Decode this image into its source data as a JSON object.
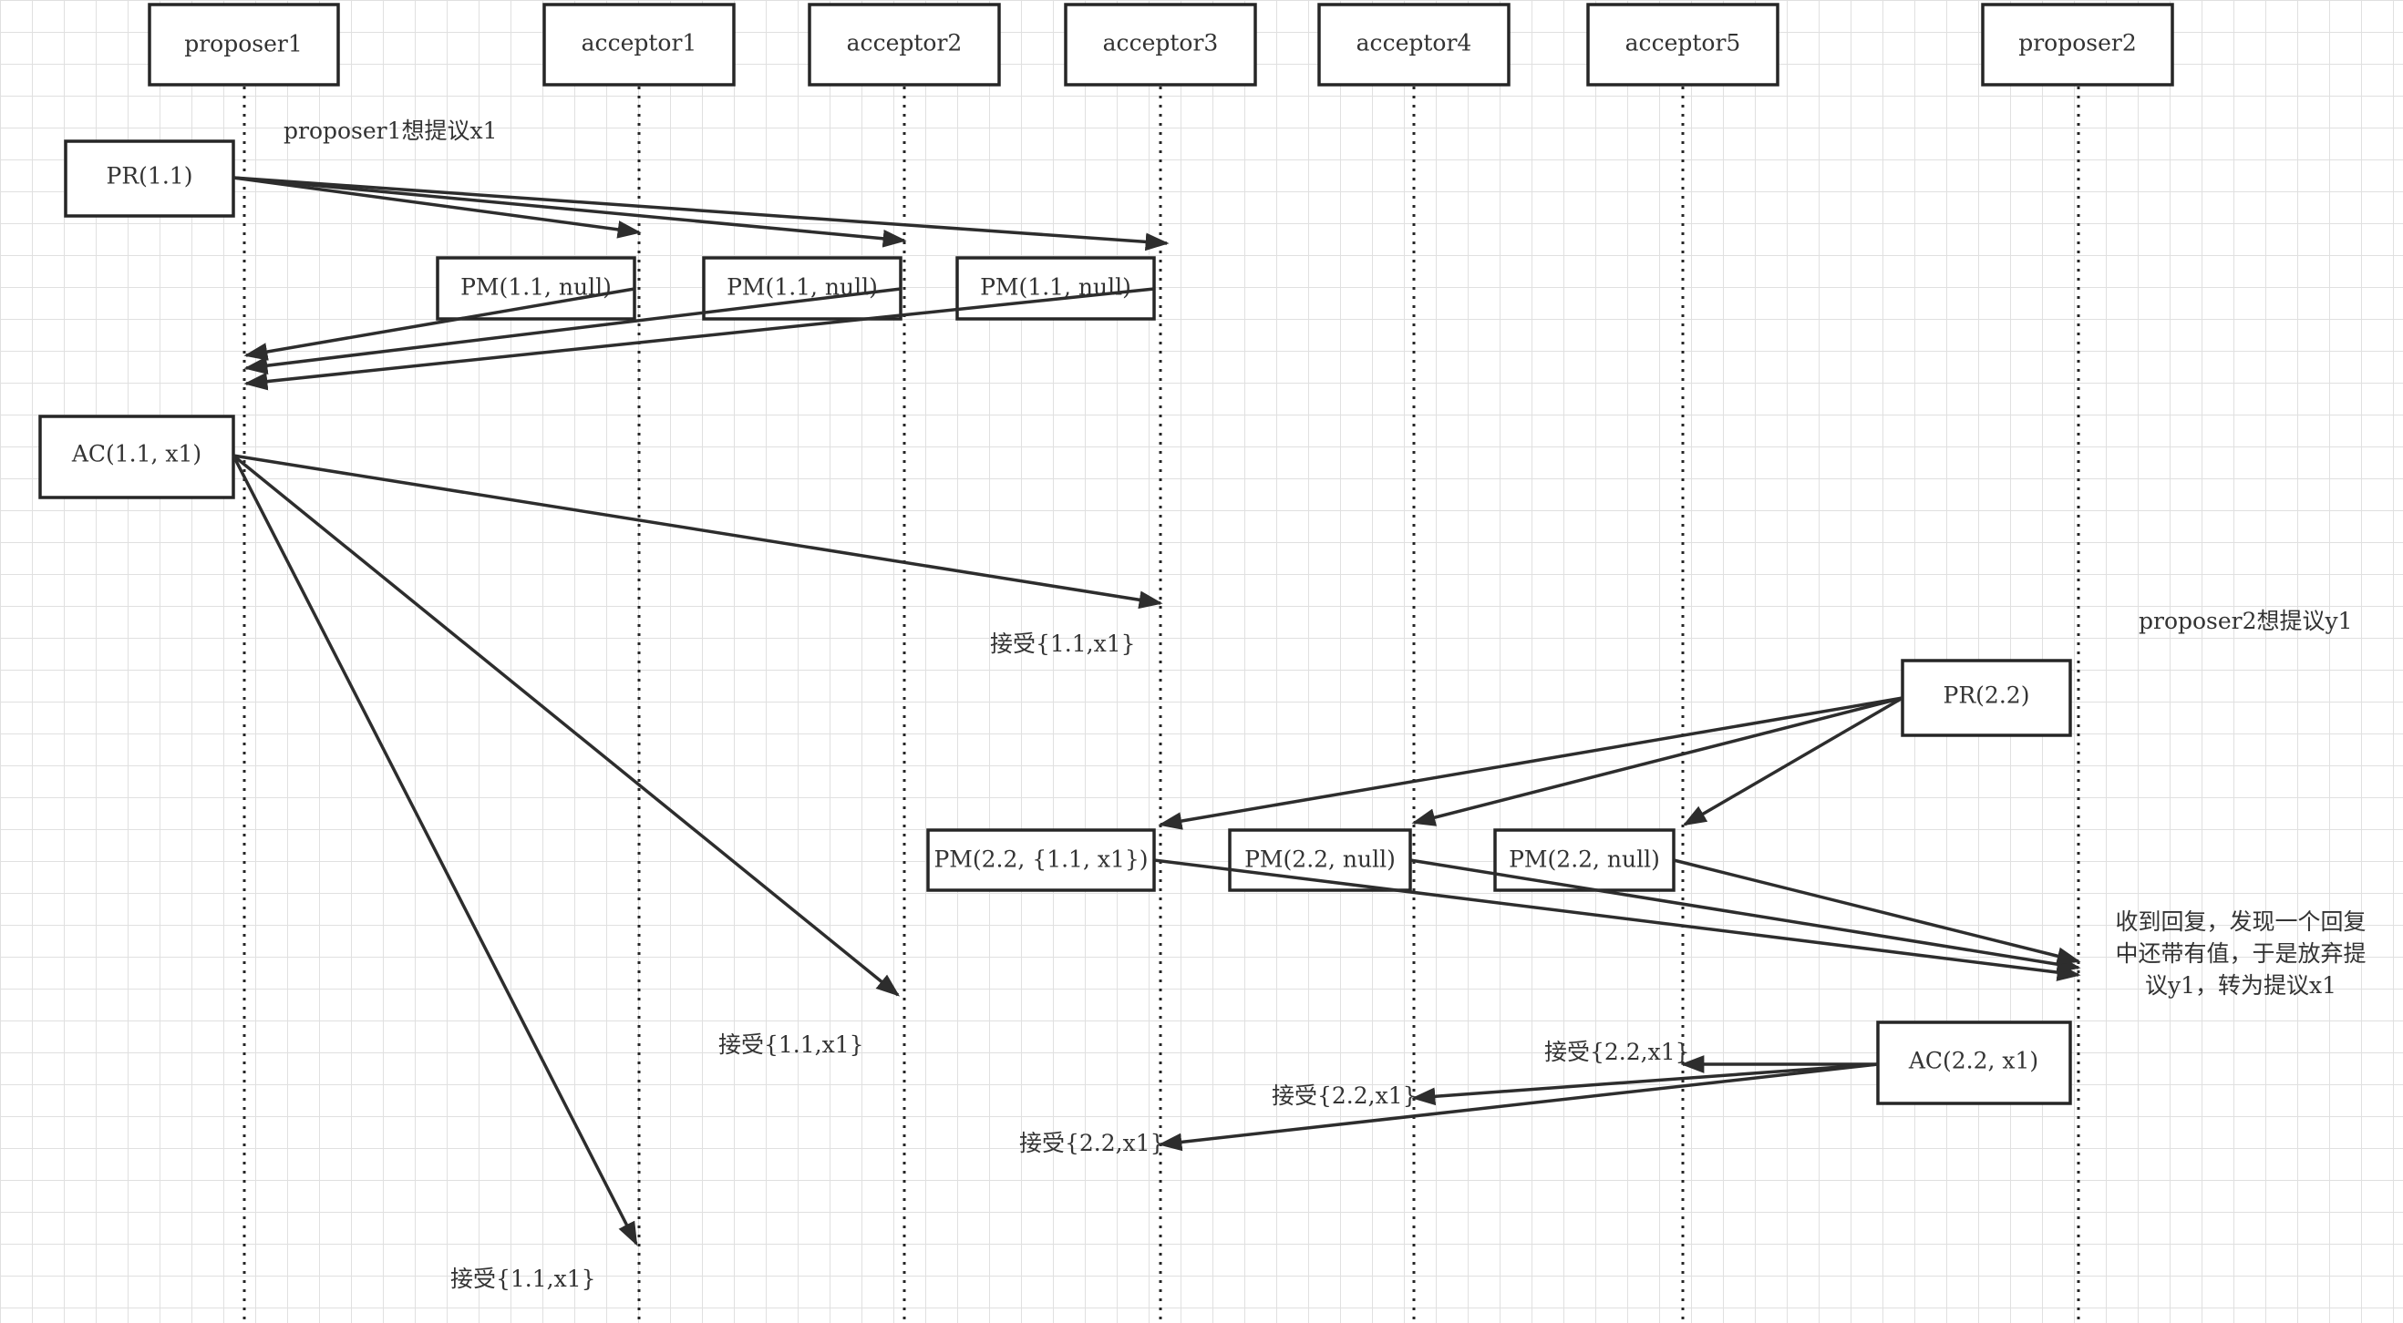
{
  "participants": {
    "proposer1": "proposer1",
    "acceptor1": "acceptor1",
    "acceptor2": "acceptor2",
    "acceptor3": "acceptor3",
    "acceptor4": "acceptor4",
    "acceptor5": "acceptor5",
    "proposer2": "proposer2"
  },
  "notes": {
    "p1_intent": "proposer1想提议x1",
    "p2_intent": "proposer2想提议y1",
    "p2_switch_line1": "收到回复，发现一个回复",
    "p2_switch_line2": "中还带有值，于是放弃提",
    "p2_switch_line3": "议y1，转为提议x1"
  },
  "messages": {
    "pr_1_1": "PR(1.1)",
    "pm_a1": "PM(1.1, null)",
    "pm_a2": "PM(1.1, null)",
    "pm_a3": "PM(1.1, null)",
    "ac_1_1": "AC(1.1, x1)",
    "pr_2_2": "PR(2.2)",
    "pm2_a3": "PM(2.2, {1.1, x1})",
    "pm2_a4": "PM(2.2, null)",
    "pm2_a5": "PM(2.2, null)",
    "ac_2_2": "AC(2.2, x1)"
  },
  "accepts": {
    "a3_first": "接受{1.1,x1}",
    "a2_first": "接受{1.1,x1}",
    "a1_first": "接受{1.1,x1}",
    "a5_second": "接受{2.2,x1}",
    "a4_second": "接受{2.2,x1}",
    "a3_second": "接受{2.2,x1}"
  }
}
